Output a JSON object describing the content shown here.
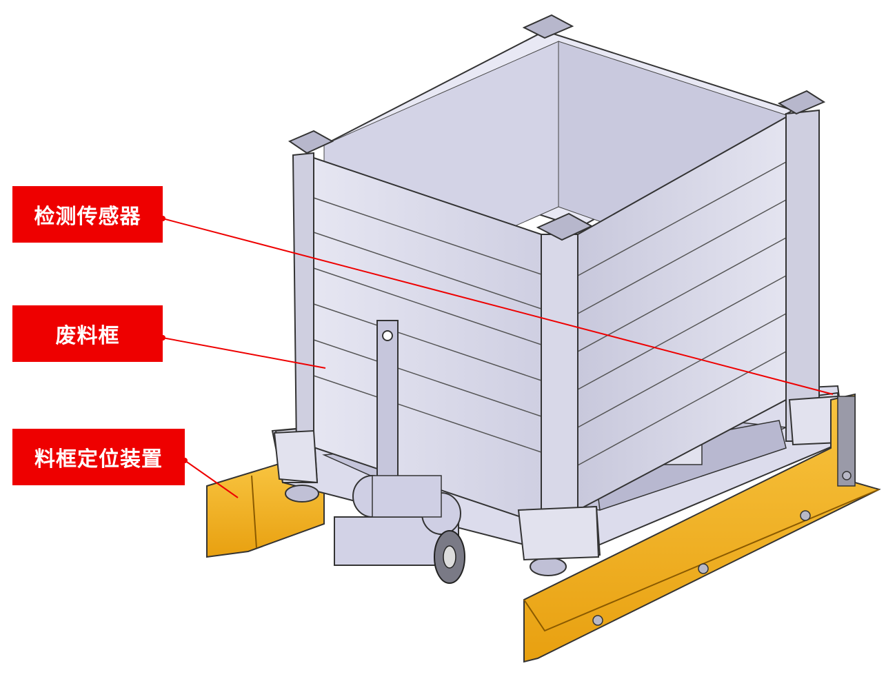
{
  "callouts": {
    "sensor": "检测传感器",
    "bin": "废料框",
    "locator": "料框定位装置"
  },
  "colors": {
    "callout_bg": "#ee0000",
    "leader_line": "#ee0000",
    "bin_panel": "#d6d6ea",
    "bin_post": "#c9c9dc",
    "guide_yellow": "#f5b21a"
  }
}
